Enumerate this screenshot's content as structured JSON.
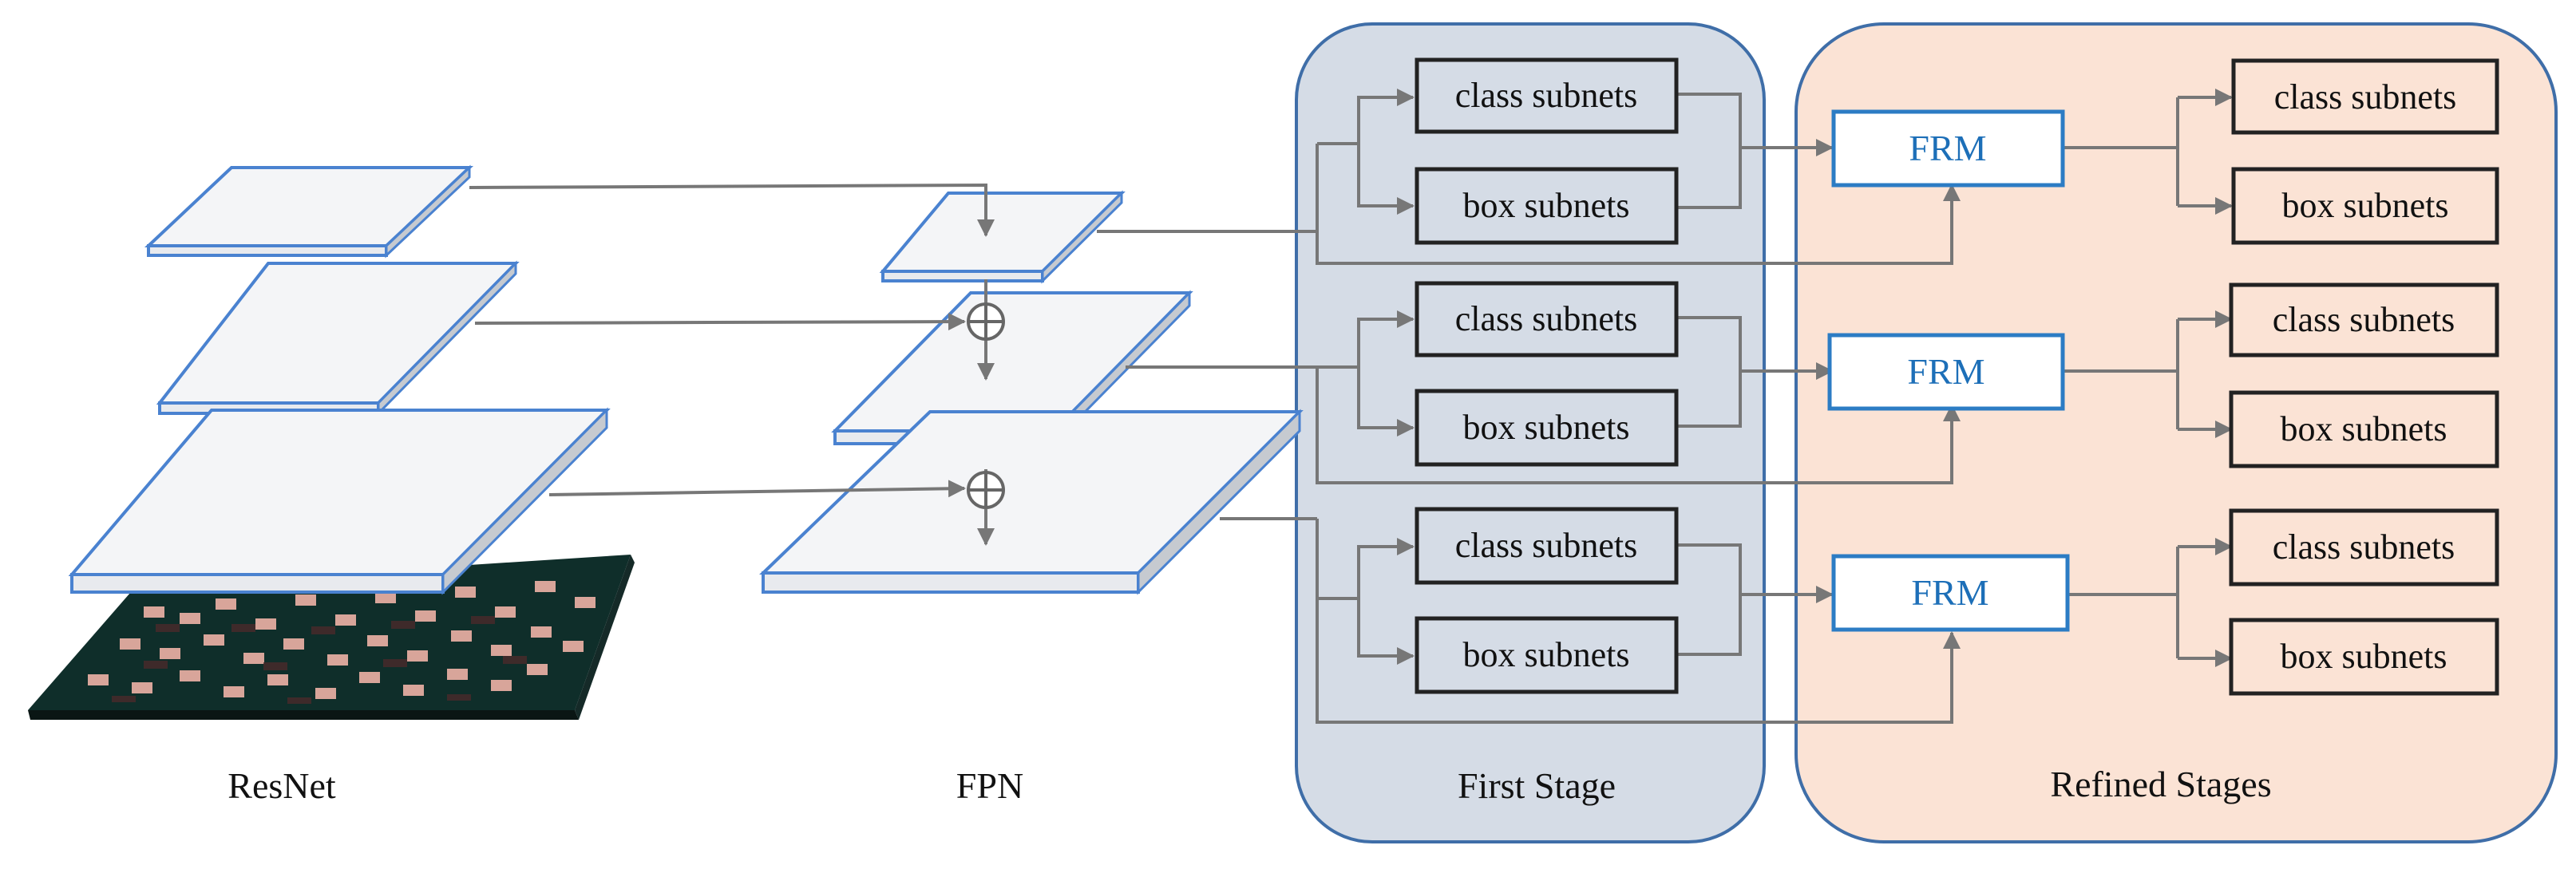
{
  "labels": {
    "resnet": "ResNet",
    "fpn": "FPN",
    "first_stage": "First Stage",
    "refined_stages": "Refined Stages",
    "class_subnets": "class subnets",
    "box_subnets": "box subnets",
    "frm": "FRM"
  },
  "colors": {
    "first_stage_fill": "#d5dce6",
    "first_stage_border": "#3f6ea8",
    "refined_fill": "#fbe3d5",
    "refined_border": "#3f6ea8",
    "layer_edge": "#4a82d0",
    "layer_face": "#f4f5f7",
    "arrow": "#777777",
    "frm_border": "#2c7cc4",
    "frm_text": "#1d6fb8"
  },
  "icons": {
    "sum_node": "circled-plus-icon",
    "pcb_image": "pcb-board-image"
  }
}
